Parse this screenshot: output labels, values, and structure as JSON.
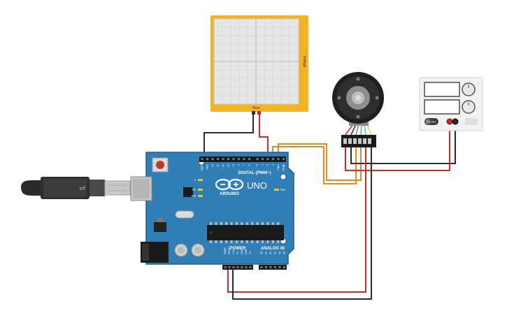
{
  "oscilloscope": {
    "axis_x": "Time",
    "axis_y": "Voltage"
  },
  "arduino": {
    "brand": "ARDUINO",
    "model": "UNO",
    "digital_label": "DIGITAL (PWM~)",
    "power_label": "POWER",
    "analog_label": "ANALOG IN",
    "on_label": "ON",
    "l_label": "L",
    "tx_label": "TX",
    "rx_label": "RX",
    "top_pins": [
      "AREF",
      "GND",
      "13",
      "12",
      "~11",
      "~10",
      "~9",
      "8",
      "7",
      "~6",
      "~5",
      "4",
      "~3",
      "2",
      "TX▶1",
      "RX◀0"
    ],
    "power_pins": [
      "IOREF",
      "RESET",
      "3.3V",
      "5V",
      "GND",
      "GND",
      "Vin"
    ],
    "analog_pins": [
      "A0",
      "A1",
      "A2",
      "A3",
      "A4",
      "A5"
    ]
  },
  "power_supply": {
    "switch_label": "OFF"
  },
  "colors": {
    "board": "#2f7eb5",
    "board_dark": "#1f5f8f",
    "oscilloscope_frame": "#f0b323",
    "wire_red": "#d42a2a",
    "wire_black": "#2b2b2b",
    "wire_orange": "#e88a1a"
  }
}
